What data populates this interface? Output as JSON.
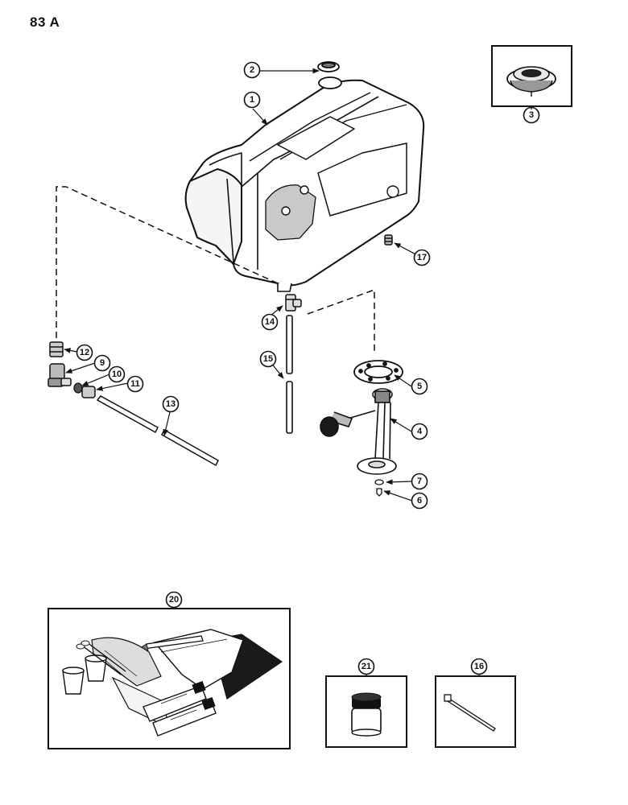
{
  "page": {
    "label": "83 A"
  },
  "callouts": {
    "c1": "1",
    "c2": "2",
    "c3": "3",
    "c4": "4",
    "c5": "5",
    "c6": "6",
    "c7": "7",
    "c9": "9",
    "c10": "10",
    "c11": "11",
    "c12": "12",
    "c13": "13",
    "c14": "14",
    "c15": "15",
    "c16": "16",
    "c17": "17",
    "c20": "20",
    "c21": "21"
  }
}
